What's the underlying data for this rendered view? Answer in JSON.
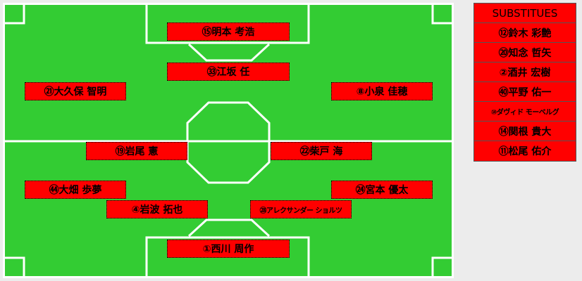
{
  "colors": {
    "pitch": "#33cc33",
    "lines": "#ffffff",
    "card": "#ff0000"
  },
  "lineup": [
    "⑮明本 考浩",
    "㉝江坂 任",
    "㉑大久保 智明",
    "⑧小泉 佳穂",
    "⑲岩尾 憲",
    "㉒柴戸 海",
    "㊹大畑 歩夢",
    "㉔宮本 優太",
    "④岩波 拓也",
    "㉘アレクサンダー ショルツ",
    "①西川 周作"
  ],
  "subs": {
    "title": "SUBSTITUES",
    "players": [
      "⑫鈴木 彩艶",
      "⑳知念 哲矢",
      "②酒井 宏樹",
      "㊵平野 佑一",
      "⑩ダヴィド モーベルグ",
      "⑭関根 貴大",
      "⑪松尾 佑介"
    ]
  }
}
